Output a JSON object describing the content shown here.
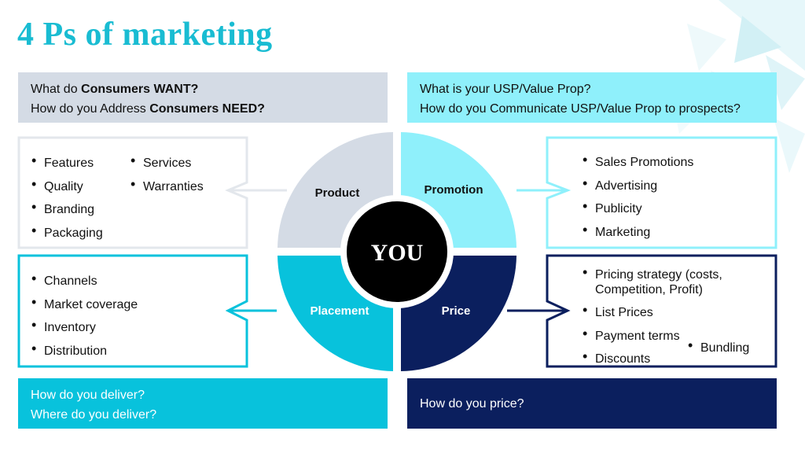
{
  "title": "4 Ps of marketing",
  "questions": {
    "product": [
      {
        "pre": "What do ",
        "bold": "Consumers WANT?"
      },
      {
        "pre": "How do you Address ",
        "bold": "Consumers NEED?"
      }
    ],
    "promotion": [
      "What is your USP/Value Prop?",
      "How do you Communicate USP/Value Prop to prospects?"
    ],
    "placement": [
      "How do you deliver?",
      "Where do you deliver?"
    ],
    "price": [
      "How do you price?"
    ]
  },
  "quadrants": {
    "product": "Product",
    "promotion": "Promotion",
    "placement": "Placement",
    "price": "Price",
    "center": "YOU"
  },
  "lists": {
    "product_col1": [
      "Features",
      "Quality",
      "Branding",
      "Packaging"
    ],
    "product_col2": [
      "Services",
      "Warranties"
    ],
    "promotion": [
      "Sales Promotions",
      "Advertising",
      "Publicity",
      "Marketing"
    ],
    "placement": [
      "Channels",
      "Market coverage",
      "Inventory",
      "Distribution"
    ],
    "price": [
      "Pricing strategy (costs, Competition, Profit)",
      "List Prices",
      "Payment terms",
      "Discounts"
    ],
    "price_extra": "Bundling"
  },
  "colors": {
    "accent": "#19bcd2",
    "product": "#d4dbe5",
    "promotion": "#8ff0fb",
    "placement": "#08c2dc",
    "price": "#0b1f5e",
    "center": "#000000"
  }
}
